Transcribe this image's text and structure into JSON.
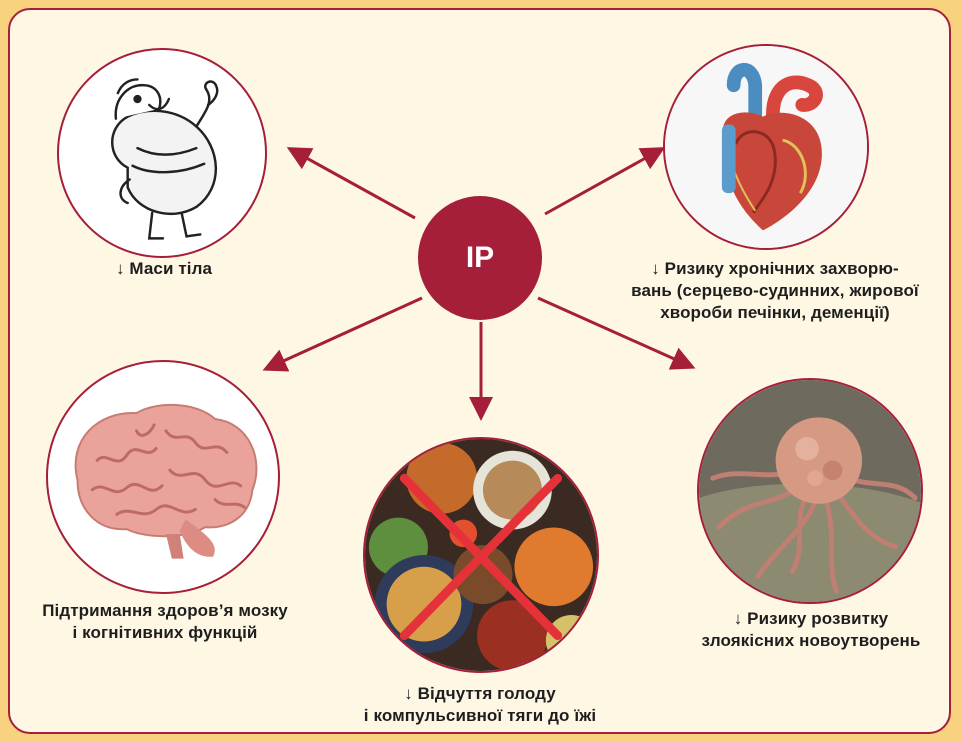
{
  "center": {
    "label": "ІР"
  },
  "colors": {
    "accent": "#a51e3a",
    "background": "#f8d27e",
    "panel": "#fdf7e4",
    "cross": "#e53238"
  },
  "outcomes": [
    {
      "id": "weight",
      "lines": [
        "↓ Маси тіла"
      ],
      "picture": "cartoon-overweight-man"
    },
    {
      "id": "chronic",
      "lines": [
        "↓ Ризику хронічних захворю-",
        "вань (серцево-судинних, жирової",
        "хвороби печінки, деменції)"
      ],
      "picture": "anatomical-heart"
    },
    {
      "id": "brain",
      "lines": [
        "Підтримання здоров’я мозку",
        "і когнітивних функцій"
      ],
      "picture": "human-brain"
    },
    {
      "id": "hunger",
      "lines": [
        "↓ Відчуття голоду",
        "і компульсивної тяги до їжі"
      ],
      "picture": "crossed-out-food-bowls"
    },
    {
      "id": "cancer",
      "lines": [
        "↓ Ризику розвитку",
        "злоякісних новоутворень"
      ],
      "picture": "tumor-cell"
    }
  ]
}
